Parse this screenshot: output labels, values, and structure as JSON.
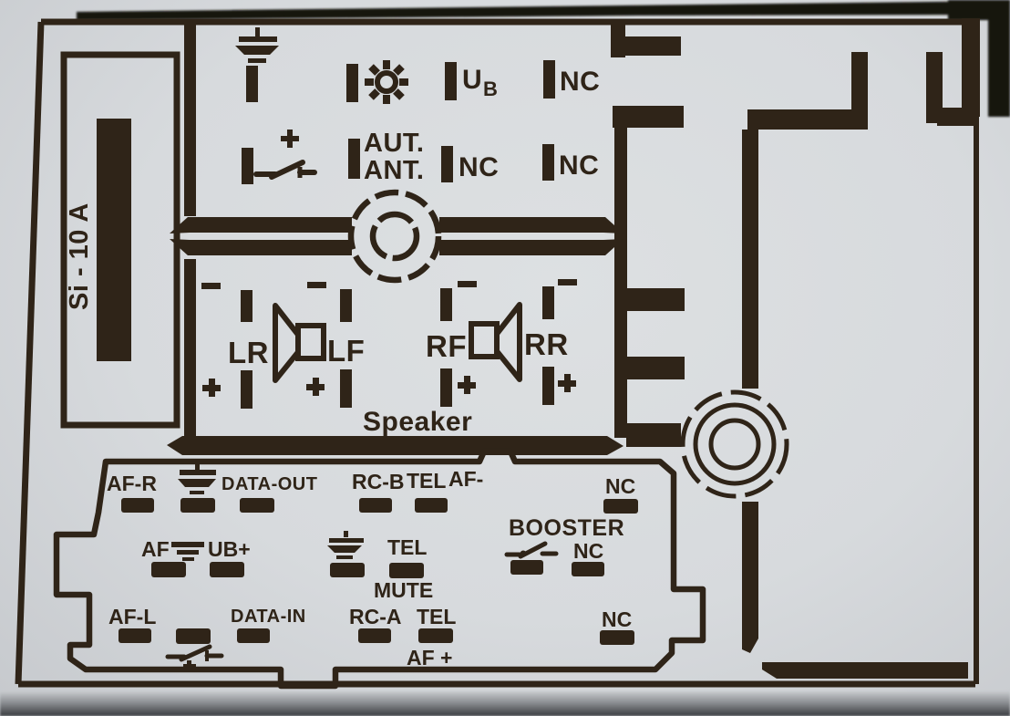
{
  "plate": {
    "fuse_label": "Si - 10 A",
    "colors": {
      "plate_bg": "#d8dbde",
      "ink": "#2f2418"
    }
  },
  "power": {
    "row1": {
      "pin1_icon": "chassis-ground",
      "pin2_icon": "illumination-bulb",
      "ub_main": "U",
      "ub_sub": "B",
      "nc": "NC"
    },
    "row2": {
      "pin1_icon": "ignition-switched-plus",
      "plus": "+",
      "aut": "AUT.",
      "ant": "ANT.",
      "nc_a": "NC",
      "nc_b": "NC"
    }
  },
  "speaker": {
    "caption": "Speaker",
    "lr": "LR",
    "lf": "LF",
    "rf": "RF",
    "rr": "RR",
    "minus": "−",
    "plus": "+"
  },
  "main": {
    "row1": {
      "af_r": "AF-R",
      "ground_icon": "chassis-ground",
      "data_out": "DATA-OUT",
      "rc_b": "RC-B",
      "tel": "TEL",
      "af_minus": "AF-",
      "nc": "NC"
    },
    "row2": {
      "af": "AF",
      "af_ground_icon": "chassis-ground",
      "ub_plus": "UB+",
      "ground_icon": "chassis-ground",
      "tel": "TEL",
      "mute": "MUTE",
      "booster": "BOOSTER",
      "switch_icon": "switch",
      "nc": "NC"
    },
    "row3": {
      "af_l": "AF-L",
      "switch_icon": "switch-plus",
      "data_in": "DATA-IN",
      "rc_a": "RC-A",
      "tel": "TEL",
      "af_plus": "AF +",
      "nc": "NC"
    }
  }
}
